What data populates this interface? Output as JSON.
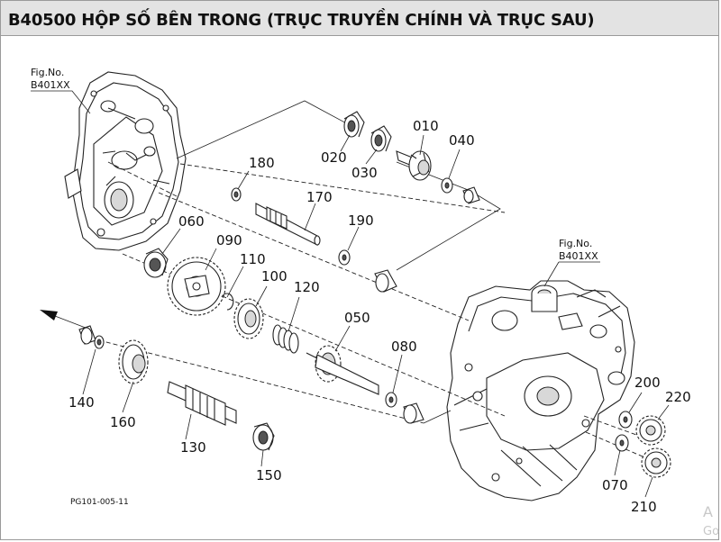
{
  "title": "B40500 HỘP SỐ BÊN TRONG (TRỤC TRUYỀN CHÍNH VÀ TRỤC SAU)",
  "fig_ref_left": {
    "prefix": "Fig.No.",
    "code": "B401XX"
  },
  "fig_ref_right": {
    "prefix": "Fig.No.",
    "code": "B401XX"
  },
  "parts": {
    "p010": "010",
    "p020": "020",
    "p030": "030",
    "p040": "040",
    "p050": "050",
    "p060": "060",
    "p070": "070",
    "p080": "080",
    "p090": "090",
    "p100": "100",
    "p110": "110",
    "p120": "120",
    "p130": "130",
    "p140": "140",
    "p150": "150",
    "p160": "160",
    "p170": "170",
    "p180": "180",
    "p190": "190",
    "p200": "200",
    "p210": "210",
    "p220": "220"
  },
  "drawing_code": "PG101-005-11",
  "watermark": "A",
  "watermark2": "Go",
  "colors": {
    "title_bg": "#e3e3e3",
    "border": "#9a9a9a",
    "ink": "#222222"
  }
}
